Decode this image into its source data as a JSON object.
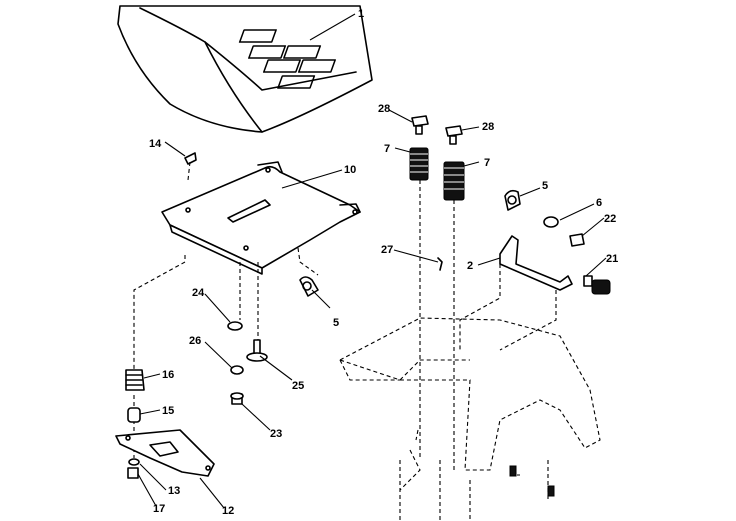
{
  "diagram": {
    "parts": [
      {
        "id": "seat",
        "label": "1"
      },
      {
        "id": "seat-pan",
        "label": "10"
      },
      {
        "id": "bolt-top",
        "label": "14"
      },
      {
        "id": "clip-left",
        "label": "5"
      },
      {
        "id": "clip-right",
        "label": "5"
      },
      {
        "id": "knob-left",
        "label": "28"
      },
      {
        "id": "knob-right",
        "label": "28"
      },
      {
        "id": "spring-left",
        "label": "7"
      },
      {
        "id": "spring-right",
        "label": "7"
      },
      {
        "id": "spacer",
        "label": "6"
      },
      {
        "id": "nut",
        "label": "22"
      },
      {
        "id": "switch",
        "label": "21"
      },
      {
        "id": "bracket",
        "label": "2"
      },
      {
        "id": "pin",
        "label": "27"
      },
      {
        "id": "washer",
        "label": "24"
      },
      {
        "id": "bushing",
        "label": "26"
      },
      {
        "id": "shoulder-bolt",
        "label": "25"
      },
      {
        "id": "locknut",
        "label": "23"
      },
      {
        "id": "spring-small",
        "label": "16"
      },
      {
        "id": "spacer-small",
        "label": "15"
      },
      {
        "id": "slide-plate",
        "label": "12"
      },
      {
        "id": "washer-small",
        "label": "13"
      },
      {
        "id": "nut-small",
        "label": "17"
      }
    ]
  }
}
